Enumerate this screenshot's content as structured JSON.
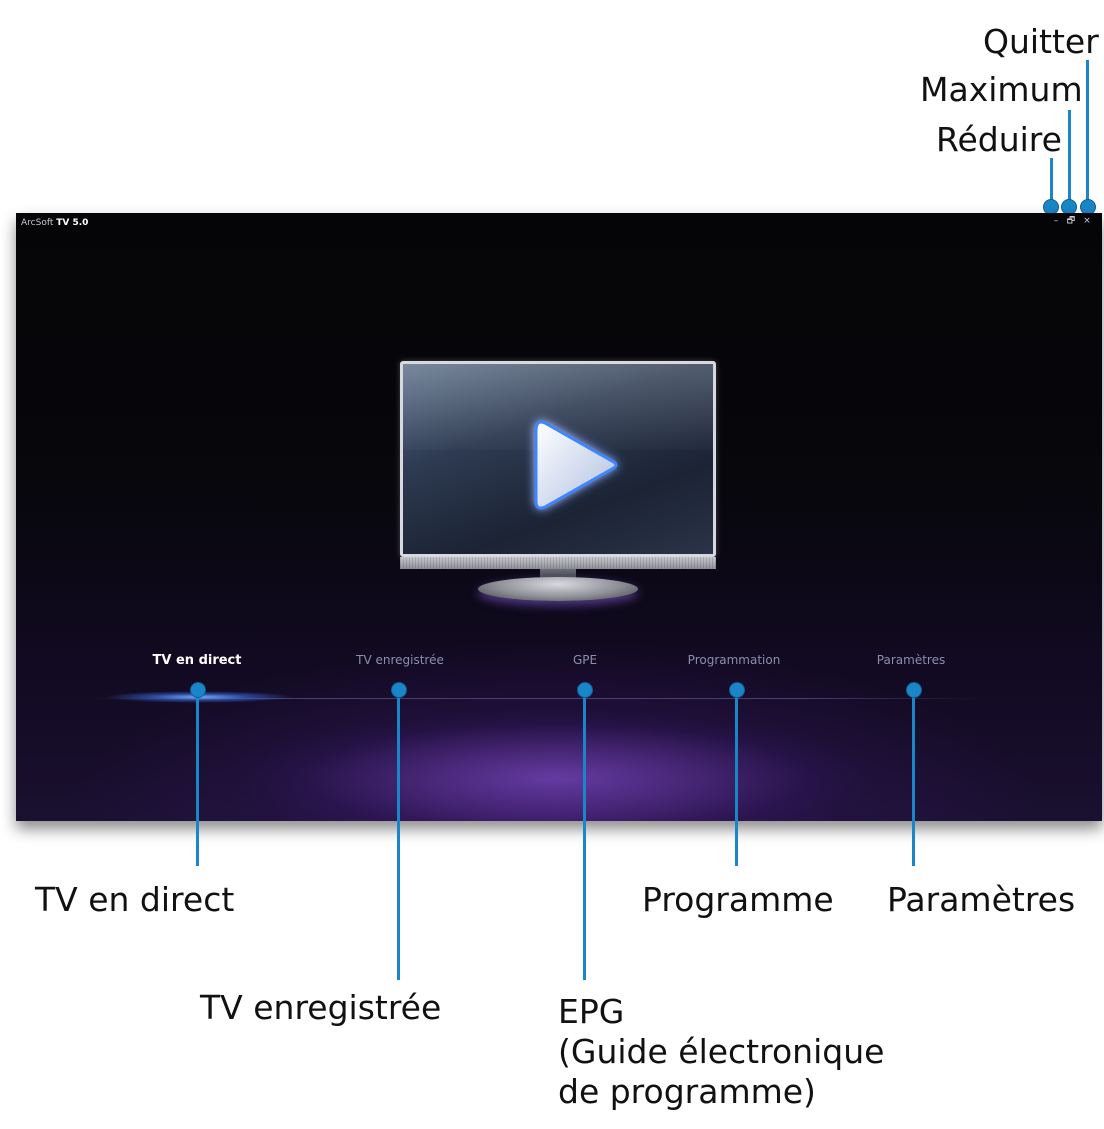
{
  "app": {
    "title_prefix": "ArcSoft",
    "title_product": "TV 5.0",
    "window_buttons": {
      "minimize": "–",
      "restore": "🗗",
      "close": "×"
    },
    "menu": [
      {
        "label": "TV en direct",
        "active": true
      },
      {
        "label": "TV enregistrée",
        "active": false
      },
      {
        "label": "GPE",
        "active": false
      },
      {
        "label": "Programmation",
        "active": false
      },
      {
        "label": "Paramètres",
        "active": false
      }
    ],
    "play_icon": "play-icon"
  },
  "callouts": {
    "quit": "Quitter",
    "maximum": "Maximum",
    "reduce": "Réduire",
    "live_tv": "TV en direct",
    "recorded_tv": "TV enregistrée",
    "epg_line1": "EPG",
    "epg_line2": "(Guide électronique",
    "epg_line3": "de programme)",
    "schedule": "Programme",
    "settings": "Paramètres"
  },
  "colors": {
    "callout_line": "#1a86c8",
    "app_background": "#07070c",
    "accent_glow": "#7a4fd6"
  }
}
